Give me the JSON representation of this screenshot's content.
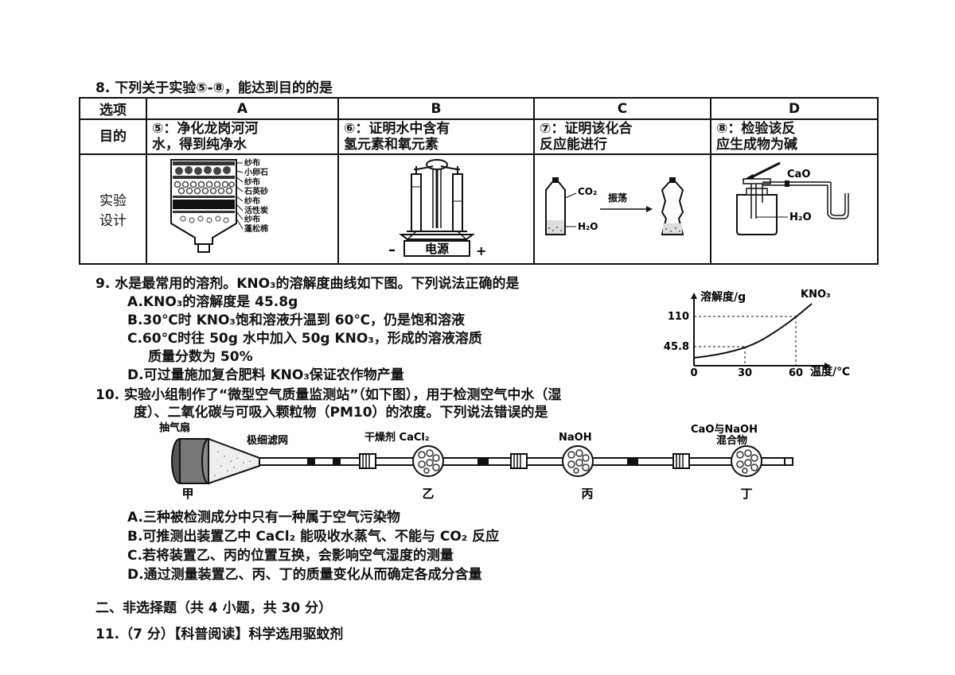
{
  "q8": {
    "title": "8. 下列关于实验⑤-⑧，能达到目的的是",
    "table": {
      "header": [
        "选项",
        "A",
        "B",
        "C",
        "D"
      ],
      "purpose_label": "目的",
      "purposes": [
        [
          "⑤：净化龙岗河河",
          "水，得到纯净水"
        ],
        [
          "⑥：证明水中含有",
          "氢元素和氧元素"
        ],
        [
          "⑦：证明该化合",
          "反应能进行"
        ],
        [
          "⑧：检验该反",
          "应生成物为碱"
        ]
      ],
      "design_label": [
        "实验",
        "设计"
      ],
      "filter_layers": [
        "纱布",
        "小卵石",
        "纱布",
        "石英砂",
        "纱布",
        "活性炭",
        "纱布",
        "蓬松棉"
      ],
      "power_label": "电源",
      "co2_label": "CO₂",
      "shake_label": "振荡",
      "h2o_label": "H₂O",
      "cao_label": "CaO",
      "d_h2o_label": "H₂O"
    }
  },
  "q9": {
    "title": "9. 水是最常用的溶剂。KNO₃的溶解度曲线如下图。下列说法正确的是",
    "options": [
      "A.KNO₃的溶解度是 45.8g",
      "B.30℃时 KNO₃饱和溶液升温到 60℃，仍是饱和溶液",
      "C.60℃时往 50g 水中加入 50g KNO₃，形成的溶液溶质",
      "质量分数为 50%",
      "D.可过量施加复合肥料 KNO₃保证农作物产量"
    ],
    "graph": {
      "ylabel": "溶解度/g",
      "curve_label": "KNO₃",
      "xlabel": "温度/℃",
      "y_ticks": [
        "110",
        "45.8"
      ],
      "x_ticks": [
        "0",
        "30",
        "60"
      ],
      "points": [
        {
          "t": 30,
          "s": 45.8
        },
        {
          "t": 60,
          "s": 110
        }
      ]
    }
  },
  "q10": {
    "title": "10. 实验小组制作了“微型空气质量监测站”（如下图），用于检测空气中水（湿",
    "title2": "度）、二氧化碳与可吸入颗粒物（PM10）的浓度。下列说法错误的是",
    "labels": {
      "fan": "抽气扇",
      "filter": "极细滤网",
      "desiccant": "干燥剂 CaCl₂",
      "naoh": "NaOH",
      "mix1": "CaO与NaOH",
      "mix2": "混合物",
      "jia": "甲",
      "yi": "乙",
      "bing": "丙",
      "ding": "丁"
    },
    "options": [
      "A.三种被检测成分中只有一种属于空气污染物",
      "B.可推测出装置乙中 CaCl₂ 能吸收水蒸气、不能与 CO₂ 反应",
      "C.若将装置乙、丙的位置互换，会影响空气湿度的测量",
      "D.通过测量装置乙、丙、丁的质量变化从而确定各成分含量"
    ]
  },
  "section2": "二、非选择题（共 4 小题，共 30 分）",
  "q11": "11.（7 分）【科普阅读】科学选用驱蚊剂"
}
